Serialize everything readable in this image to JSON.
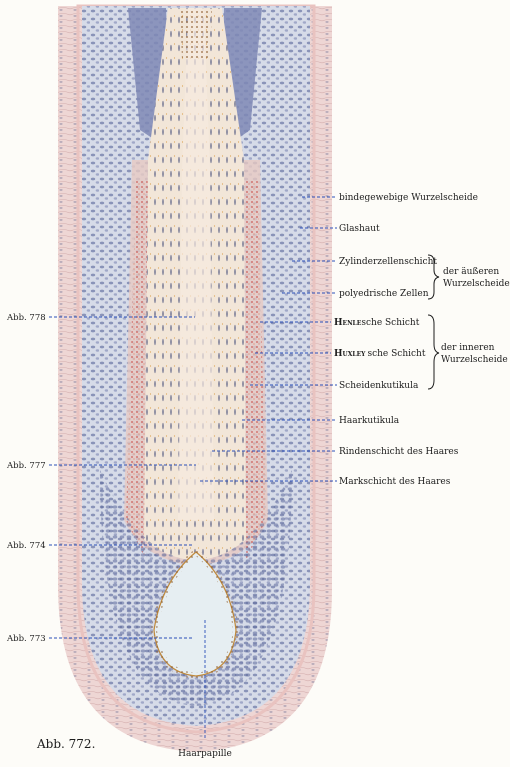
{
  "figure": {
    "caption": "Abb. 772.",
    "labels_right": [
      {
        "id": "bindegewebige",
        "text": "bindegewebige Wurzelscheide"
      },
      {
        "id": "glashaut",
        "text": "Glashaut"
      },
      {
        "id": "zylinder",
        "text": "Zylinderzellenschicht"
      },
      {
        "id": "polyedrisch",
        "text": "polyedrische Zellen"
      },
      {
        "id": "henle",
        "sc": "Henle",
        "text": "sche Schicht"
      },
      {
        "id": "huxley",
        "sc": "Huxley",
        "text": "sche Schicht"
      },
      {
        "id": "scheidenkutikula",
        "text": "Scheidenkutikula"
      },
      {
        "id": "haarkutikula",
        "text": "Haarkutikula"
      },
      {
        "id": "rinden",
        "text": "Rindenschicht des Haares"
      },
      {
        "id": "mark",
        "text": "Markschicht des Haares"
      }
    ],
    "groups": [
      {
        "id": "aeussere",
        "line1": "der äußeren",
        "line2": "Wurzelscheide"
      },
      {
        "id": "innere",
        "line1": "der inneren",
        "line2": "Wurzelscheide"
      }
    ],
    "labels_left": [
      {
        "id": "abb778",
        "text": "Abb. 778"
      },
      {
        "id": "abb777",
        "text": "Abb. 777"
      },
      {
        "id": "abb774",
        "text": "Abb. 774"
      },
      {
        "id": "abb773",
        "text": "Abb. 773"
      }
    ],
    "bottom_label": "Haarpapille"
  },
  "colors": {
    "dermis": "#eed6d4",
    "outer_sheath": "#d6dbe8",
    "cell_nucleus": "#6f7aa8",
    "inner_sheath": "#e7c9c2",
    "hair_shaft": "#f2e6d8",
    "medulla": "#f6eadf",
    "dark_band": "#7f88b5",
    "red_dots": "#c8413b",
    "papilla": "#e6eef2",
    "leader": "#2a4fb8"
  }
}
